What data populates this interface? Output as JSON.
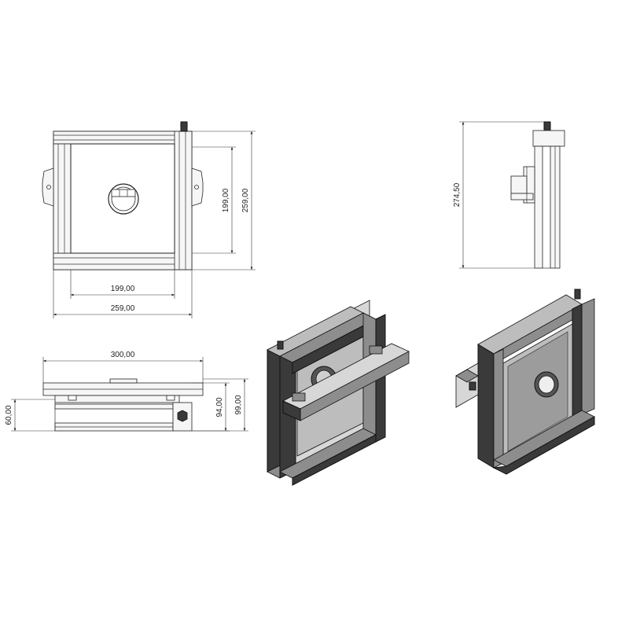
{
  "views": {
    "front": {
      "width_outer": "259,00",
      "width_inner": "199,00",
      "height_outer": "259,00",
      "height_inner": "199,00"
    },
    "side": {
      "height": "274,50"
    },
    "top": {
      "length": "300,00",
      "depth_small": "60,00",
      "depth_mid": "94,00",
      "depth_large": "99,00"
    }
  },
  "colors": {
    "line": "#222222",
    "profile_dark": "#3a3a3a",
    "profile_mid": "#8d8d8d",
    "profile_light": "#bdbdbd"
  }
}
